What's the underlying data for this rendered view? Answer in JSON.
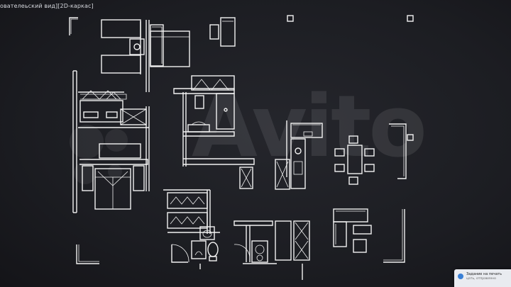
{
  "viewport": {
    "label": "ователеьский вид][2D-каркас]"
  },
  "watermark": {
    "text": "Avito"
  },
  "notification": {
    "title": "Задание на печать",
    "body": "цать, отправлено"
  },
  "colors": {
    "background": "#1c1d22",
    "lines": "#ffffff",
    "watermark": "rgba(255,255,255,0.09)",
    "notification_bg": "#e9ebf0"
  }
}
